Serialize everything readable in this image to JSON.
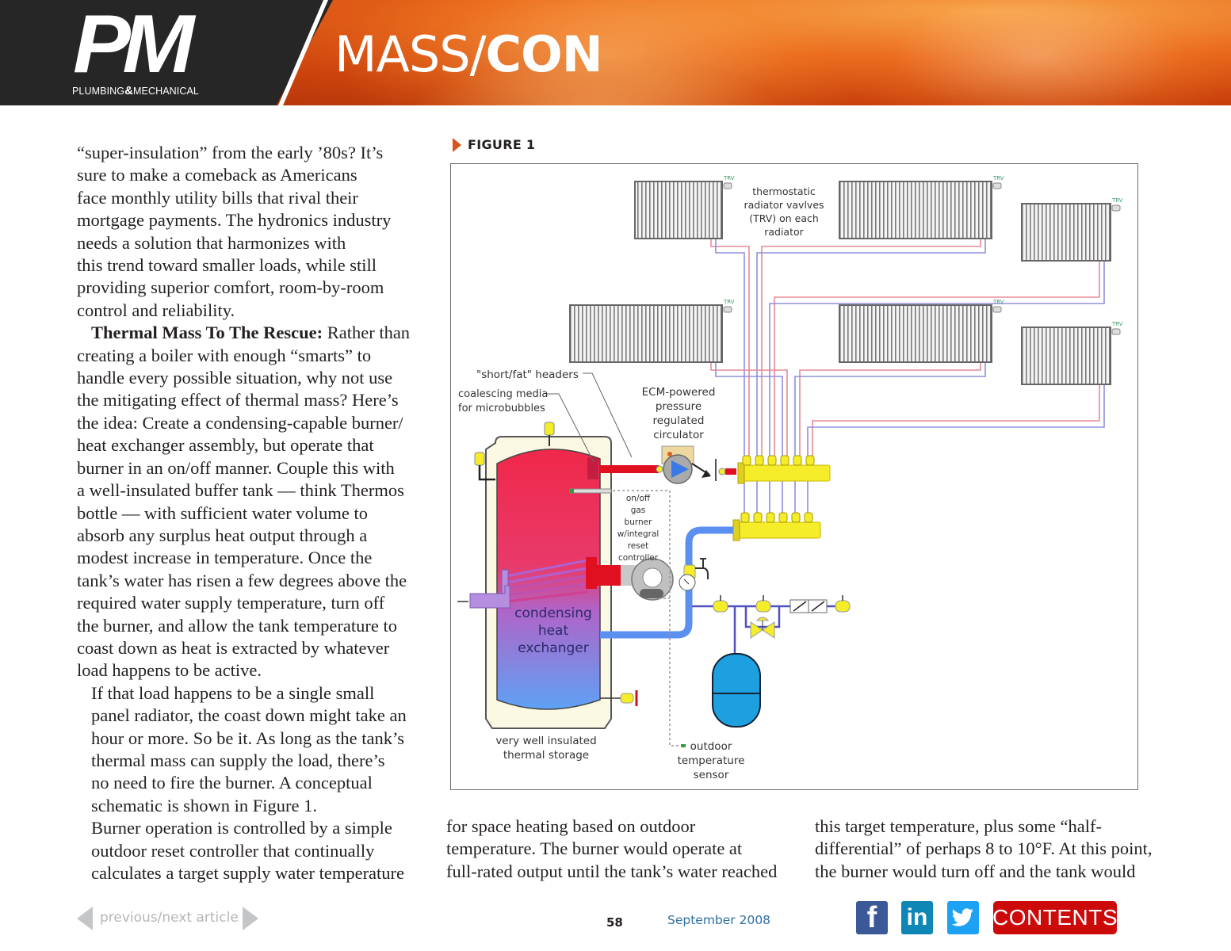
{
  "header": {
    "logo_letters": "PM",
    "logo_sub_left": "PLUMBING",
    "logo_sub_amp": "&",
    "logo_sub_right": "MECHANICAL",
    "column_title_light": "MASS/",
    "column_title_bold": "CON"
  },
  "article": {
    "left_column": {
      "para1_lines": [
        "“super-insulation” from the early ’80s? It’s",
        "sure to make a comeback as Americans",
        "face monthly utility bills that rival their",
        "mortgage payments. The hydronics industry",
        "needs a solution that harmonizes with",
        "this trend toward smaller loads, while still",
        "providing superior comfort, room-by-room",
        "control and reliability."
      ],
      "para2_runin": "Thermal Mass To The Rescue:",
      "para2_first_rest": " Rather than",
      "para2_lines": [
        "creating a boiler with enough “smarts” to",
        "handle every possible situation, why not use",
        "the mitigating effect of thermal mass? Here’s",
        "the idea: Create a condensing-capable burner/",
        "heat exchanger assembly, but operate that",
        "burner in an on/off manner. Couple this with",
        "a well-insulated buffer tank — think Thermos",
        "bottle — with sufficient water volume to",
        "absorb any surplus heat output through a",
        "modest increase in temperature. Once the",
        "tank’s water has risen a few degrees above the",
        "required water supply temperature, turn off",
        "the burner, and allow the tank temperature to",
        "coast down as heat is extracted by whatever",
        "load happens to be active."
      ],
      "para3_lines": [
        "If that load happens to be a single small",
        "panel radiator, the coast down might take an",
        "hour or more. So be it. As long as the tank’s",
        "thermal mass can supply the load, there’s",
        "no need to fire the burner. A conceptual",
        "schematic is shown in Figure 1."
      ],
      "para4_lines": [
        "Burner operation is controlled by a simple",
        "outdoor reset controller that continually",
        "calculates a target supply water temperature"
      ]
    },
    "middle_column_lines": [
      "for space heating based on outdoor",
      "temperature.  The burner would operate at",
      "full-rated output until the tank’s water reached"
    ],
    "right_column_lines": [
      "this target temperature, plus some “half-",
      "differential” of perhaps 8 to 10°F. At this point,",
      "the burner would turn off and the tank would"
    ]
  },
  "figure": {
    "heading": "FIGURE 1",
    "trv_tag": "TRV",
    "labels": {
      "trv_note": [
        "thermostatic",
        "radiator vavlves",
        "(TRV) on each",
        "radiator"
      ],
      "headers": "\"short/fat\" headers",
      "coalescing": [
        "coalescing media",
        "for microbubbles"
      ],
      "circulator": [
        "ECM-powered",
        "pressure",
        "regulated",
        "circulator"
      ],
      "burner": [
        "on/off",
        "gas",
        "burner",
        "w/integral",
        "reset",
        "controller"
      ],
      "heat_exchanger": [
        "condensing",
        "heat",
        "exchanger"
      ],
      "storage": [
        "very well insulated",
        "thermal storage"
      ],
      "sensor": [
        "outdoor",
        "temperature",
        "sensor"
      ]
    },
    "colors": {
      "supply_pipe": "#e8323c",
      "return_pipe": "#5b8ff0",
      "tank_hot": "#f0284a",
      "tank_cold": "#5ea2f5",
      "manifold": "#f5ec2a",
      "expansion_tank": "#1ea0e0",
      "thin_supply": "#e88a94",
      "thin_return": "#8f8fe0"
    }
  },
  "footer": {
    "nav_label": "previous/next article",
    "page_number": "58",
    "issue_date": "September 2008",
    "social": {
      "facebook_glyph": "f",
      "linkedin_glyph": "in",
      "twitter_icon": "twitter-bird"
    },
    "contents_label": "CONTENTS",
    "colors": {
      "facebook": "#3b5998",
      "linkedin": "#0e86b6",
      "twitter": "#1da1f2",
      "contents": "#cc0a0a"
    }
  }
}
